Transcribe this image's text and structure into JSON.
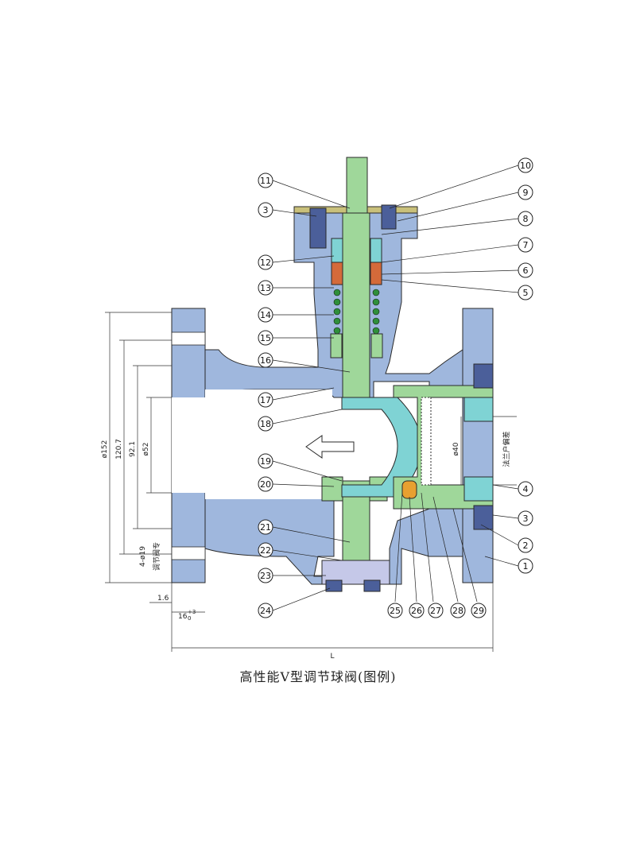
{
  "caption": "高性能V型调节球阀(图例)",
  "callouts_left": [
    "11",
    "3",
    "12",
    "13",
    "14",
    "15",
    "16",
    "17",
    "18",
    "19",
    "20",
    "21",
    "22",
    "23",
    "24"
  ],
  "callouts_right": [
    "10",
    "9",
    "8",
    "7",
    "6",
    "5",
    "4",
    "3",
    "2",
    "1"
  ],
  "callouts_bottom": [
    "25",
    "26",
    "27",
    "28",
    "29"
  ],
  "dimensions": {
    "d152": "ø152",
    "d120": "120.7",
    "d92": "92.1",
    "d52": "ø52",
    "d40": "ø40",
    "holes": "4-ø19",
    "holes_note": "调节阀专",
    "d16": "1.6",
    "d16_0": "16",
    "d16_tol": "+3",
    "d16_tol0": "0",
    "L": "L",
    "right_note": "法兰户偏差"
  },
  "colors": {
    "body": "#9fb7dd",
    "stem": "#9fd79a",
    "ball": "#7fd3d4",
    "bolt": "#4b5f9a",
    "packing": "#d46a3a",
    "gland": "#c9c07a",
    "seat": "#e8a030",
    "outline": "#2a2a2a"
  }
}
